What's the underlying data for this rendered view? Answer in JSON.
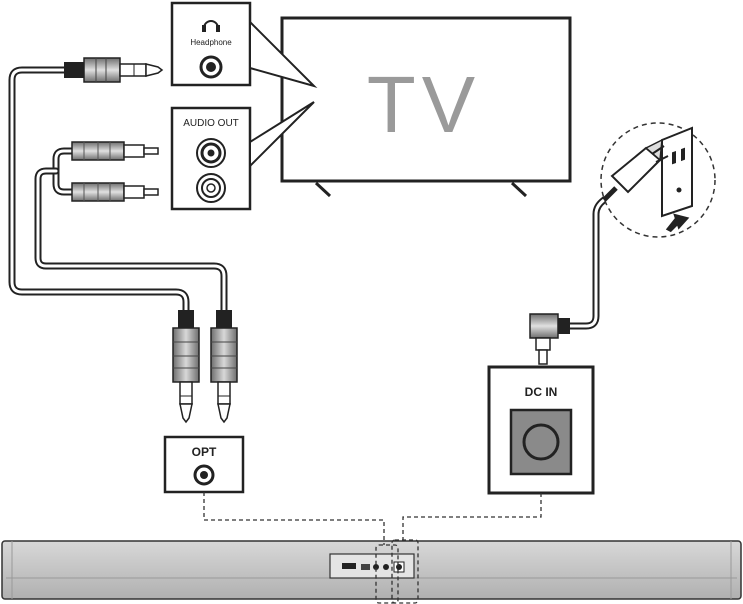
{
  "tv": {
    "label": "TV"
  },
  "headphone_panel": {
    "label": "Headphone",
    "icon": "headphone-icon"
  },
  "audio_out_panel": {
    "label": "AUDIO OUT"
  },
  "opt_panel": {
    "label": "OPT"
  },
  "dc_in_panel": {
    "label": "DC IN"
  },
  "colors": {
    "line": "#222222",
    "tv_text": "#9a9a9a",
    "plug_gray": "#8c8c8c",
    "soundbar_fill": "#c8c8c8",
    "dc_jack_fill": "#8a8a8a"
  }
}
